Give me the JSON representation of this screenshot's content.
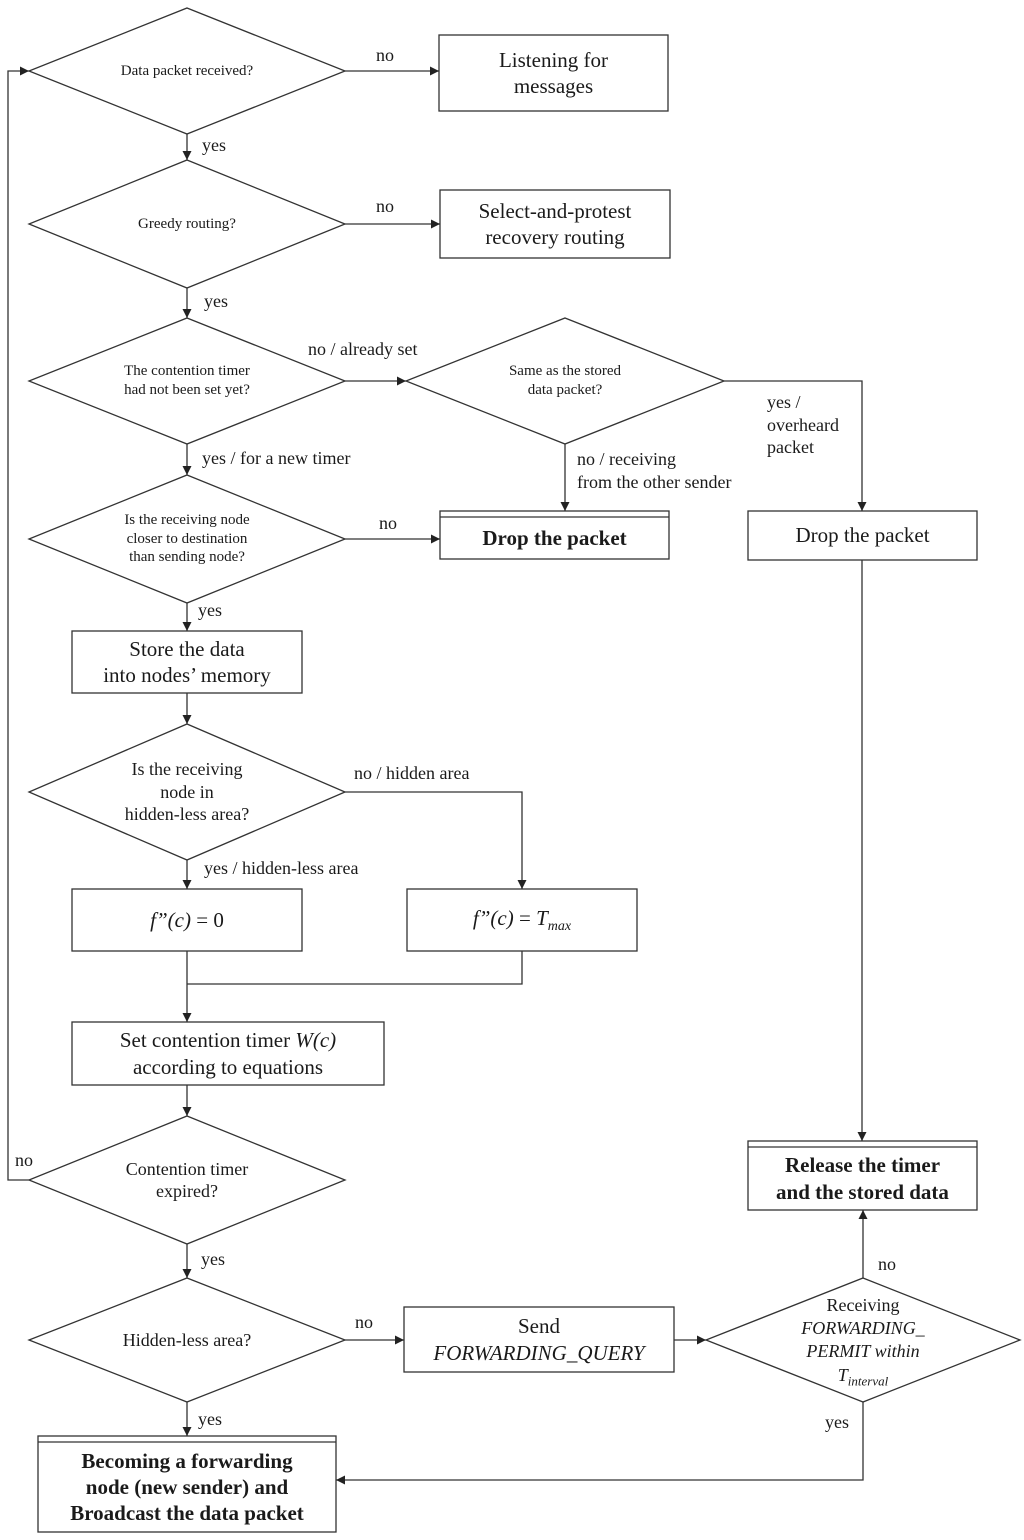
{
  "nodes": {
    "d1": "Data packet received?",
    "b_listen": [
      "Listening for",
      "messages"
    ],
    "d2": "Greedy routing?",
    "b_recovery": [
      "Select-and-protest",
      "recovery routing"
    ],
    "d3": [
      "The contention timer",
      "had not been set yet?"
    ],
    "d4": [
      "Same as the stored",
      "data packet?"
    ],
    "d5": [
      "Is the receiving node",
      "closer to destination",
      "than sending node?"
    ],
    "b_drop1": "Drop the packet",
    "b_drop2": "Drop the packet",
    "b_store": [
      "Store the data",
      "into nodes’ memory"
    ],
    "d6": [
      "Is the receiving",
      "node in",
      "hidden-less area?"
    ],
    "b_f0": {
      "func": "f”(c)",
      "rest": " = 0"
    },
    "b_ftmax": {
      "func": "f”(c)",
      "eq": " = ",
      "sym": "T",
      "sub": "max"
    },
    "b_set": {
      "l1a": "Set contention timer ",
      "l1b": "W(c)",
      "l2": "according to equations"
    },
    "d7": [
      "Contention timer",
      "expired?"
    ],
    "b_release": [
      "Release the timer",
      "and the stored data"
    ],
    "d8": "Hidden-less area?",
    "b_send": [
      "Send",
      "FORWARDING_QUERY"
    ],
    "d9": {
      "l1": "Receiving",
      "l2": "FORWARDING_",
      "l3a": "PERMIT",
      "l3b": " within",
      "sym": "T",
      "sub": "interval"
    },
    "b_become": [
      "Becoming a forwarding",
      "node (new sender) and",
      "Broadcast the data packet"
    ]
  },
  "edges": {
    "d1_no": "no",
    "d1_yes": "yes",
    "d2_no": "no",
    "d2_yes": "yes",
    "d3_no": "no / already set",
    "d3_yes": "yes / for a new timer",
    "d4_no": [
      "no / receiving",
      "from the other sender"
    ],
    "d4_yes": [
      "yes /",
      "overheard",
      "packet"
    ],
    "d5_no": "no",
    "d5_yes": "yes",
    "d6_no": "no / hidden area",
    "d6_yes": "yes / hidden-less area",
    "d7_no": "no",
    "d7_yes": "yes",
    "d8_no": "no",
    "d8_yes": "yes",
    "d9_no": "no",
    "d9_yes": "yes"
  },
  "colors": {
    "stroke": "#333333",
    "text": "#1a1a1a",
    "background": "#ffffff"
  }
}
